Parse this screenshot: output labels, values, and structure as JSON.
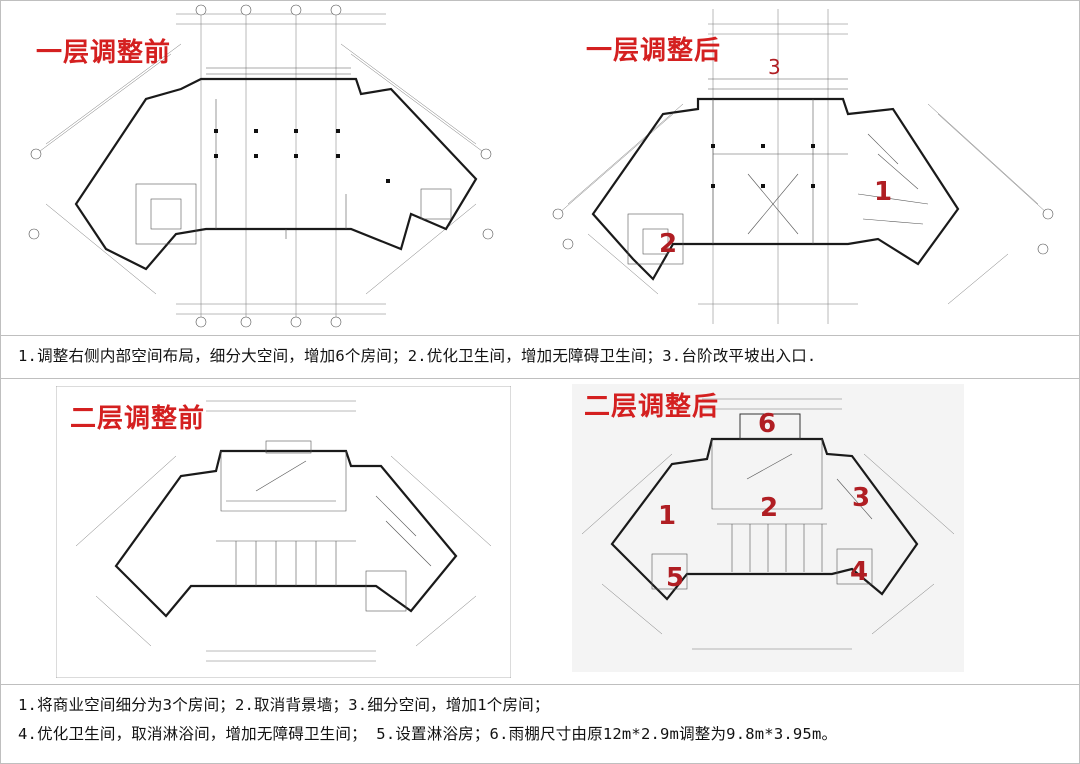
{
  "panels": {
    "f1_before": {
      "title": "一层调整前"
    },
    "f1_after": {
      "title": "一层调整后",
      "markers": [
        "3",
        "1",
        "2"
      ]
    },
    "f2_before": {
      "title": "二层调整前"
    },
    "f2_after": {
      "title": "二层调整后",
      "markers": [
        "6",
        "1",
        "2",
        "3",
        "5",
        "4"
      ]
    }
  },
  "captions": {
    "floor1": "1.调整右侧内部空间布局，细分大空间，增加6个房间；2.优化卫生间，增加无障碍卫生间；3.台阶改平坡出入口.",
    "floor2_line1": "1.将商业空间细分为3个房间；2.取消背景墙；3.细分空间，增加1个房间；",
    "floor2_line2": "4.优化卫生间，取消淋浴间，增加无障碍卫生间；  5.设置淋浴房；6.雨棚尺寸由原12m*2.9m调整为9.8m*3.95m。"
  },
  "colors": {
    "title_red": "#d42020",
    "marker_red": "#b01e23",
    "divider": "#bfbfbf"
  }
}
